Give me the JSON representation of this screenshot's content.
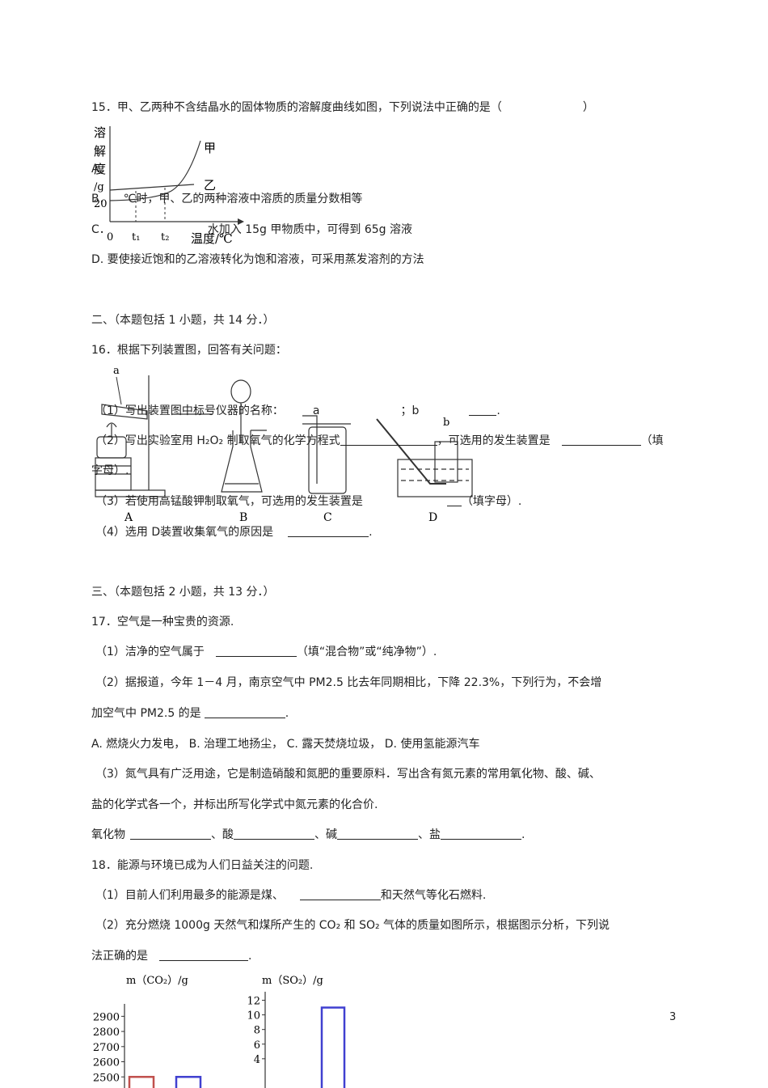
{
  "q15": {
    "stem": "15．甲、乙两种不含结晶水的固体物质的溶解度曲线如图，下列说法中正确的是（",
    "paren_close": "）",
    "optA": "A.",
    "optB_prefix": "B．",
    "optB_text": "℃时，甲、乙的两种溶液中溶质的质量分数相等",
    "optC_prefix": "C．",
    "optC_text": "水加入 15g 甲物质中，可得到 65g 溶液",
    "optD": "D. 要使接近饱和的乙溶液转化为饱和溶液，可采用蒸发溶剂的方法",
    "graph": {
      "ylabel_chars": [
        "溶",
        "解",
        "度",
        "/g"
      ],
      "y_tick": "20",
      "x_ticks": [
        "0",
        "t₁",
        "t₂"
      ],
      "xlabel": "温度/℃",
      "curve_labels": [
        "甲",
        "乙"
      ]
    }
  },
  "section2": {
    "heading": "二、（本题包括 1 小题，共 14 分．）"
  },
  "q16": {
    "stem": "16．根据下列装置图，回答有关问题：",
    "p1_prefix": "（1）写出装置图中标号仪器的名称：",
    "p1_a": "a",
    "p1_sep": "；b",
    "p1_end": ".",
    "p2_prefix": "（2）写出实验室用 H₂O₂ 制取氧气的化学方程式",
    "p2_mid": "，可选用的发生装置是",
    "p2_end": "（填",
    "p2_cont": "字母）.",
    "p3_text": "（3）若使用高锰酸钾制取氧气，可选用的发生装置是",
    "p3_end": "（填字母）.",
    "p4_text": "（4）选用 D装置收集氧气的原因是",
    "p4_end": ".",
    "apparatus": {
      "labels": [
        "A",
        "B",
        "C",
        "D"
      ],
      "marks": [
        "a",
        "b"
      ]
    }
  },
  "section3": {
    "heading": "三、（本题包括 2 小题，共 13 分．）"
  },
  "q17": {
    "stem": "17．空气是一种宝贵的资源.",
    "p1_text": "（1）洁净的空气属于",
    "p1_end": "（填“混合物”或“纯净物”）.",
    "p2_line1": "（2）据报道，今年 1－4 月，南京空气中 PM2.5 比去年同期相比，下降 22.3%，下列行为，不会增",
    "p2_line2_prefix": "加空气中 PM2.5 的是",
    "p2_line2_end": ".",
    "options": "A. 燃烧火力发电，  B. 治理工地扬尘，  C. 露天焚烧垃圾，  D. 使用氢能源汽车",
    "p3_line1": "（3）氮气具有广泛用途，它是制造硝酸和氮肥的重要原料．写出含有氮元素的常用氧化物、酸、碱、",
    "p3_line2": "盐的化学式各一个，并标出所写化学式中氮元素的化合价.",
    "fill_labels": [
      "氧化物",
      "、酸",
      "、碱",
      "、盐"
    ],
    "fill_end": "."
  },
  "q18": {
    "stem": "18．能源与环境已成为人们日益关注的问题.",
    "p1_text": "（1）目前人们利用最多的能源是煤、",
    "p1_end": "和天然气等化石燃料.",
    "p2_line1": "（2）充分燃烧 1000g 天然气和煤所产生的 CO₂ 和 SO₂ 气体的质量如图所示，根据图示分析，下列说",
    "p2_line2_prefix": "法正确的是",
    "p2_line2_end": "."
  },
  "chart_data": [
    {
      "type": "bar",
      "title": "m（CO₂）/g",
      "y_ticks": [
        2400,
        2500,
        2600,
        2700,
        2800,
        2900
      ],
      "y_tick_labels": [
        "2500",
        "2600",
        "2700",
        "2800",
        "2900"
      ],
      "ylim": [
        2400,
        2950
      ],
      "values": [
        2500,
        2500
      ],
      "colors": [
        "#c0504d",
        "#4040d0"
      ]
    },
    {
      "type": "bar",
      "title": "m（SO₂）/g",
      "y_ticks": [
        4,
        6,
        8,
        10,
        12
      ],
      "y_tick_labels": [
        "4",
        "6",
        "8",
        "10",
        "12"
      ],
      "ylim": [
        0,
        12.5
      ],
      "values": [
        11
      ],
      "colors": [
        "#4040d0"
      ]
    }
  ],
  "page_number": "3"
}
